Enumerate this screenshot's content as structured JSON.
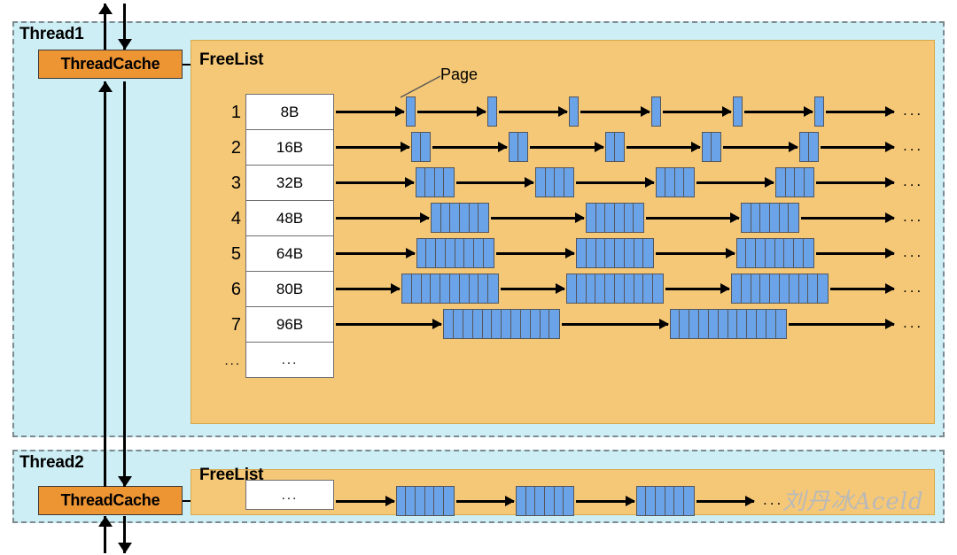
{
  "diagram": {
    "title": "ThreadCache FreeList page-chain diagram",
    "colors": {
      "thread_bg": "#cdeef5",
      "threadcache_bg": "#ed9433",
      "freelist_bg": "#f5c877",
      "page_block": "#6ba3e8",
      "border": "#55565a",
      "watermark": "#b9b9b9"
    }
  },
  "threads": [
    {
      "id": "thread1",
      "label": "Thread1",
      "threadcache_label": "ThreadCache",
      "freelist_label": "FreeList",
      "page_callout": "Page",
      "tail_dots": "...",
      "table_header_index": "",
      "rows": [
        {
          "index": "1",
          "size": "8B",
          "group_blocks": 1,
          "group_count": 6,
          "tail": "..."
        },
        {
          "index": "2",
          "size": "16B",
          "group_blocks": 2,
          "group_count": 5,
          "tail": "..."
        },
        {
          "index": "3",
          "size": "32B",
          "group_blocks": 4,
          "group_count": 4,
          "tail": "..."
        },
        {
          "index": "4",
          "size": "48B",
          "group_blocks": 6,
          "group_count": 3,
          "tail": "..."
        },
        {
          "index": "5",
          "size": "64B",
          "group_blocks": 8,
          "group_count": 3,
          "tail": "..."
        },
        {
          "index": "6",
          "size": "80B",
          "group_blocks": 10,
          "group_count": 3,
          "tail": "..."
        },
        {
          "index": "7",
          "size": "96B",
          "group_blocks": 12,
          "group_count": 2,
          "tail": "..."
        },
        {
          "index": "...",
          "size": "...",
          "group_blocks": 0,
          "group_count": 0,
          "tail": ""
        }
      ]
    },
    {
      "id": "thread2",
      "label": "Thread2",
      "threadcache_label": "ThreadCache",
      "freelist_label": "FreeList",
      "rows": [
        {
          "index": "",
          "size": "...",
          "group_blocks": 6,
          "group_count": 3,
          "tail": "..."
        }
      ]
    }
  ],
  "watermark": "刘丹冰Aceld"
}
